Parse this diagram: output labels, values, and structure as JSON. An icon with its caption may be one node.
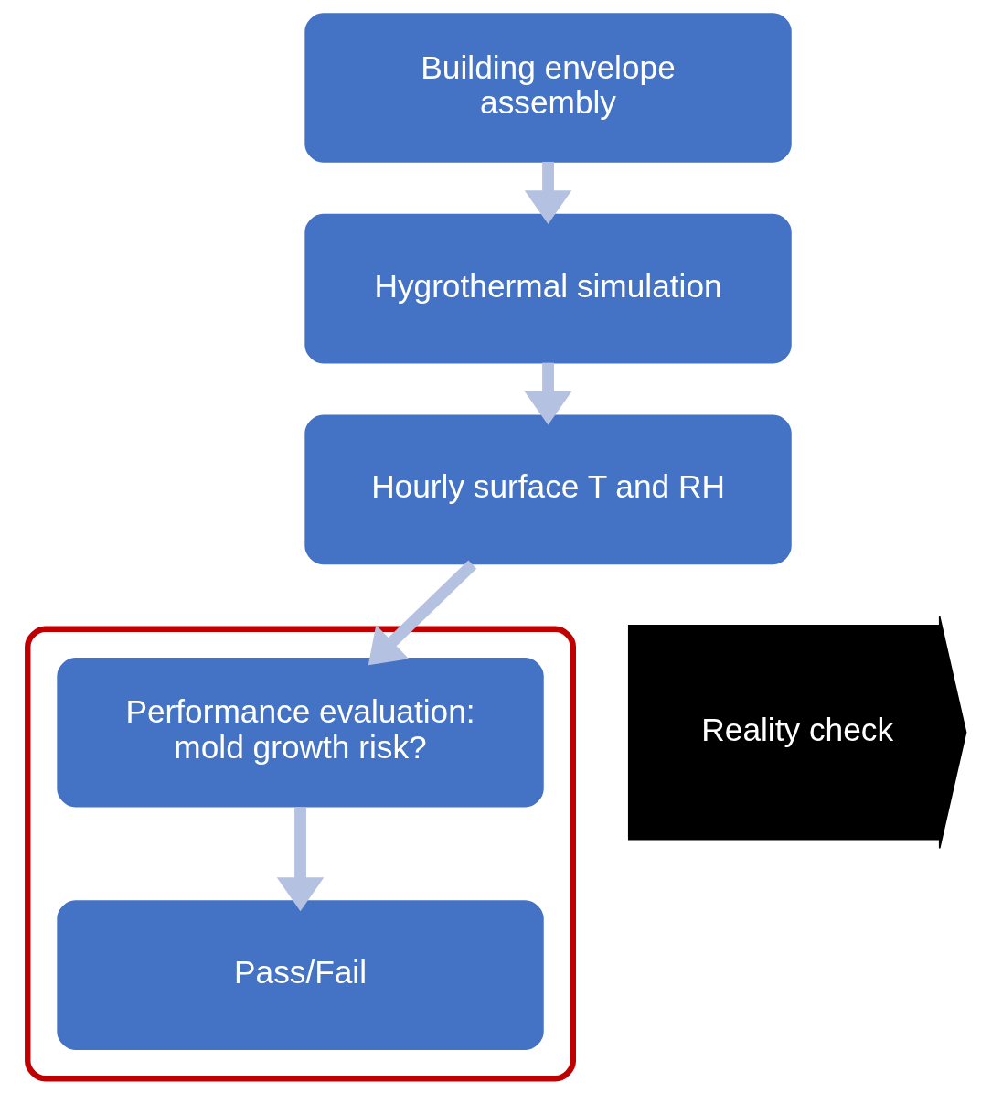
{
  "diagram": {
    "nodes": [
      {
        "text": [
          "Building envelope assembly"
        ]
      },
      {
        "text": [
          "Hygrothermal simulation"
        ]
      },
      {
        "text": [
          "Hourly surface T and RH"
        ]
      },
      {
        "text": [],
        "shape": "box"
      },
      {
        "text": [
          "Performance evaluation: mold growth risk?"
        ],
        "in": 3
      },
      {
        "text": [
          "Pass/Fail"
        ],
        "in": 3
      },
      {
        "text": [
          "Reality check"
        ]
      }
    ],
    "edges": [
      {
        "from": 0,
        "to": 1,
        "arrow": "to"
      },
      {
        "from": 1,
        "to": 2,
        "arrow": "to"
      },
      {
        "from": 2,
        "to": 4,
        "arrow": "to"
      },
      {
        "from": 4,
        "to": 5,
        "arrow": "to"
      }
    ]
  }
}
